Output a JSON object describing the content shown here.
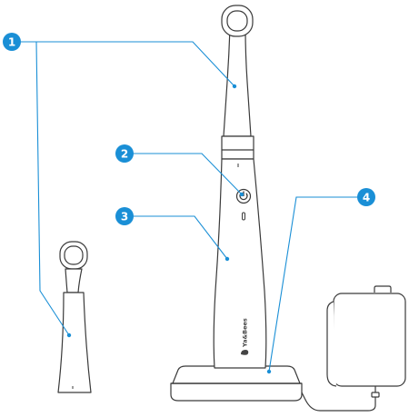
{
  "colors": {
    "accent": "#1a8fd6",
    "outline": "#3a3a3a",
    "body_fill": "#ffffff",
    "line": "#2a8fd0"
  },
  "callouts": [
    {
      "number": "1",
      "part": "brush-head"
    },
    {
      "number": "2",
      "part": "power-button"
    },
    {
      "number": "3",
      "part": "handle"
    },
    {
      "number": "4",
      "part": "charging-base"
    }
  ],
  "brand": {
    "logo_text": "Ya&Bees"
  },
  "icons": [
    "brand-logo-icon",
    "power-icon"
  ]
}
